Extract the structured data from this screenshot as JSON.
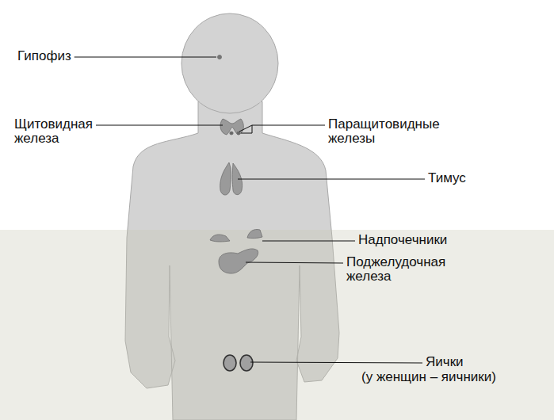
{
  "diagram": {
    "labels": [
      "Гипофиз",
      "Щитовидная железа",
      "Паращитовидные железы",
      "Тимус",
      "Надпочечники",
      "Поджелудочная железа",
      "Яички",
      "(у женщин – яичники)"
    ]
  }
}
